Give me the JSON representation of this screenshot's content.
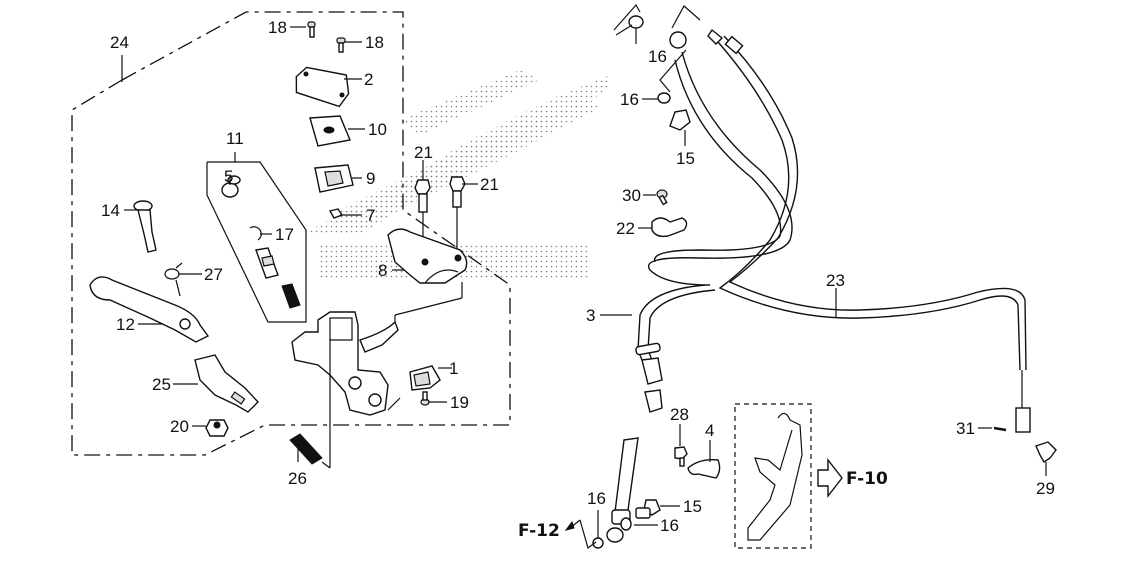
{
  "diagram": {
    "title": "Front brake master cylinder / brake hose exploded view",
    "watermark": "HONDA wing logo (dotted)",
    "callouts": [
      {
        "id": "c1",
        "text": "1"
      },
      {
        "id": "c2",
        "text": "2"
      },
      {
        "id": "c3",
        "text": "3"
      },
      {
        "id": "c4",
        "text": "4"
      },
      {
        "id": "c5",
        "text": "5"
      },
      {
        "id": "c7",
        "text": "7"
      },
      {
        "id": "c8",
        "text": "8"
      },
      {
        "id": "c9",
        "text": "9"
      },
      {
        "id": "c10",
        "text": "10"
      },
      {
        "id": "c11",
        "text": "11"
      },
      {
        "id": "c12",
        "text": "12"
      },
      {
        "id": "c14",
        "text": "14"
      },
      {
        "id": "c15a",
        "text": "15"
      },
      {
        "id": "c15b",
        "text": "15"
      },
      {
        "id": "c16a",
        "text": "16"
      },
      {
        "id": "c16b",
        "text": "16"
      },
      {
        "id": "c16c",
        "text": "16"
      },
      {
        "id": "c16d",
        "text": "16"
      },
      {
        "id": "c17",
        "text": "17"
      },
      {
        "id": "c18a",
        "text": "18"
      },
      {
        "id": "c18b",
        "text": "18"
      },
      {
        "id": "c19",
        "text": "19"
      },
      {
        "id": "c20",
        "text": "20"
      },
      {
        "id": "c21a",
        "text": "21"
      },
      {
        "id": "c21b",
        "text": "21"
      },
      {
        "id": "c22",
        "text": "22"
      },
      {
        "id": "c23",
        "text": "23"
      },
      {
        "id": "c24",
        "text": "24"
      },
      {
        "id": "c25",
        "text": "25"
      },
      {
        "id": "c26",
        "text": "26"
      },
      {
        "id": "c27",
        "text": "27"
      },
      {
        "id": "c28",
        "text": "28"
      },
      {
        "id": "c29",
        "text": "29"
      },
      {
        "id": "c30",
        "text": "30"
      },
      {
        "id": "c31",
        "text": "31"
      }
    ],
    "page_refs": {
      "f10": "F-10",
      "f12": "F-12"
    }
  }
}
